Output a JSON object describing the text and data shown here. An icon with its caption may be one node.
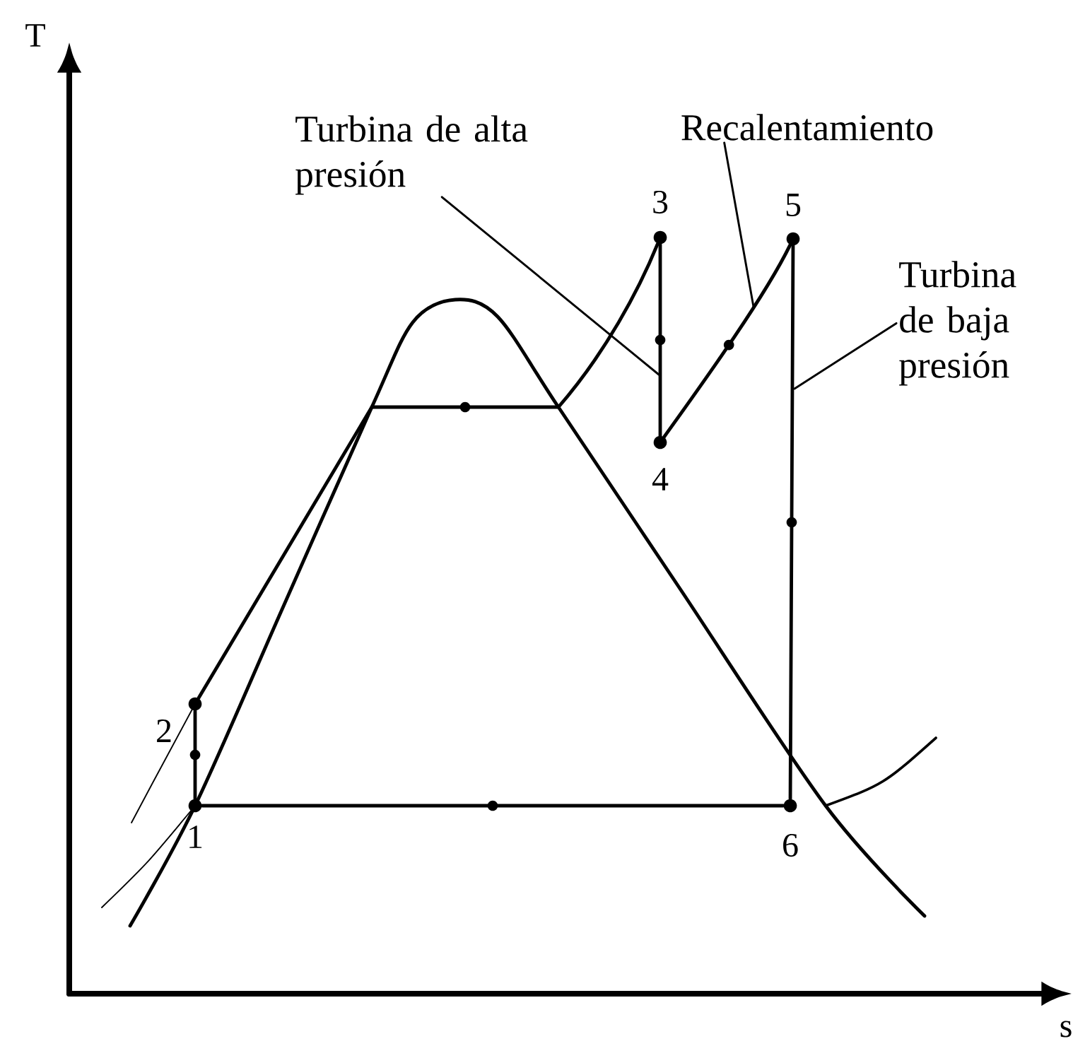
{
  "diagram": {
    "nodes": [
      {
        "text": [
          "Turbina de alta presión"
        ]
      },
      {
        "text": [
          "Recalentamiento"
        ]
      },
      {
        "text": [
          "Turbina de baja presión"
        ]
      },
      {
        "text": [],
        "shape": "circle",
        "beside": [
          "1"
        ]
      },
      {
        "text": [],
        "shape": "circle",
        "beside": [
          "2"
        ]
      },
      {
        "text": [],
        "shape": "circle",
        "beside": [
          "3"
        ]
      },
      {
        "text": [],
        "shape": "circle",
        "beside": [
          "4"
        ]
      },
      {
        "text": [],
        "shape": "circle",
        "beside": [
          "5"
        ]
      },
      {
        "text": [],
        "shape": "circle",
        "beside": [
          "6"
        ]
      }
    ],
    "edges": [
      {
        "from": 3,
        "to": 4,
        "arrow": "none"
      },
      {
        "from": 4,
        "to": 5,
        "arrow": "none"
      },
      {
        "from": 5,
        "to": 6,
        "arrow": "none"
      },
      {
        "from": 6,
        "to": 7,
        "arrow": "none"
      },
      {
        "from": 7,
        "to": 8,
        "arrow": "none"
      },
      {
        "from": 8,
        "to": 3,
        "arrow": "none"
      },
      {
        "from": 0,
        "to": null,
        "arrow": "none"
      },
      {
        "from": 1,
        "to": null,
        "arrow": "none"
      },
      {
        "from": 2,
        "to": null,
        "arrow": "none"
      }
    ],
    "labels": [
      "T",
      "s"
    ]
  }
}
